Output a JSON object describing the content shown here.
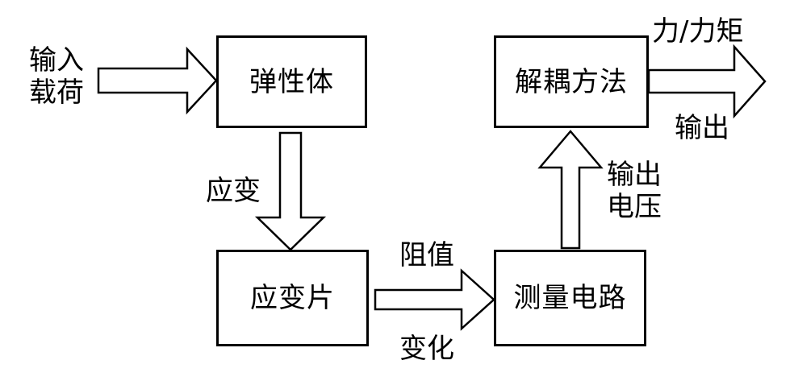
{
  "diagram": {
    "boxes": {
      "elastic_body": "弹性体",
      "strain_gauge": "应变片",
      "measure_circuit": "测量电路",
      "decoupling": "解耦方法"
    },
    "labels": {
      "input_load_line1": "输入",
      "input_load_line2": "载荷",
      "strain": "应变",
      "resistance_line1": "阻值",
      "resistance_line2": "变化",
      "output_voltage_line1": "输出",
      "output_voltage_line2": "电压",
      "force_torque": "力/力矩",
      "output": "输出"
    }
  }
}
